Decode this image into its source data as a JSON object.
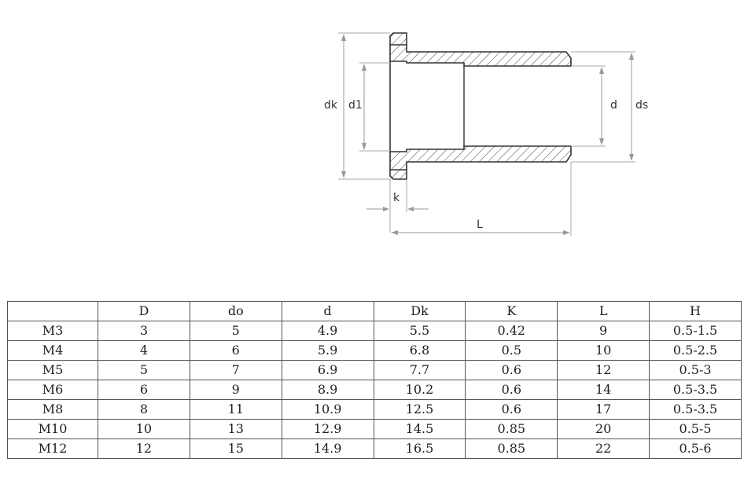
{
  "diagram": {
    "labels": {
      "dk": "dk",
      "d1": "d1",
      "d": "d",
      "ds": "ds",
      "k": "k",
      "L": "L"
    }
  },
  "table": {
    "headers": [
      "",
      "D",
      "do",
      "d",
      "Dk",
      "K",
      "L",
      "H"
    ],
    "rows": [
      [
        "M3",
        "3",
        "5",
        "4.9",
        "5.5",
        "0.42",
        "9",
        "0.5-1.5"
      ],
      [
        "M4",
        "4",
        "6",
        "5.9",
        "6.8",
        "0.5",
        "10",
        "0.5-2.5"
      ],
      [
        "M5",
        "5",
        "7",
        "6.9",
        "7.7",
        "0.6",
        "12",
        "0.5-3"
      ],
      [
        "M6",
        "6",
        "9",
        "8.9",
        "10.2",
        "0.6",
        "14",
        "0.5-3.5"
      ],
      [
        "M8",
        "8",
        "11",
        "10.9",
        "12.5",
        "0.6",
        "17",
        "0.5-3.5"
      ],
      [
        "M10",
        "10",
        "13",
        "12.9",
        "14.5",
        "0.85",
        "20",
        "0.5-5"
      ],
      [
        "M12",
        "12",
        "15",
        "14.9",
        "16.5",
        "0.85",
        "22",
        "0.5-6"
      ]
    ]
  }
}
